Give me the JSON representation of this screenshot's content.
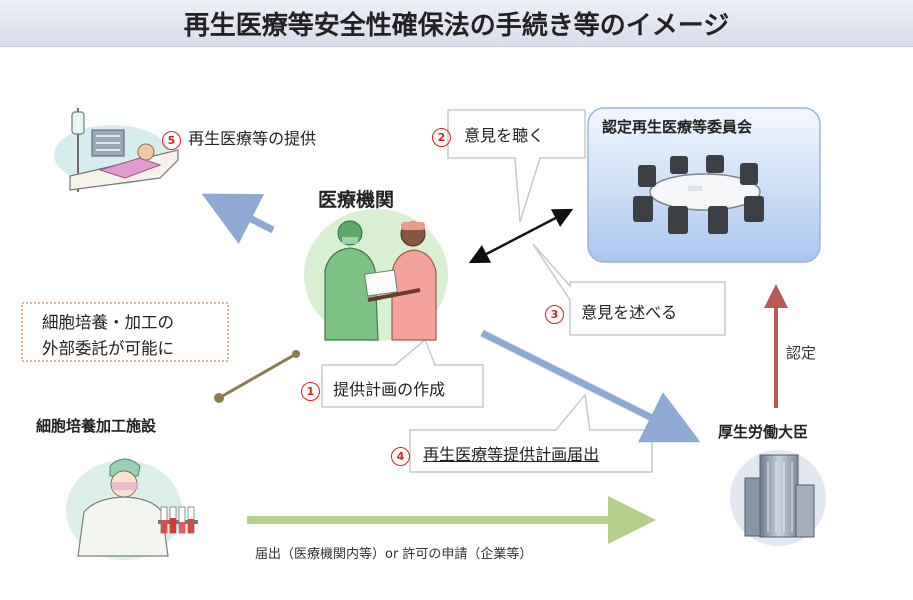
{
  "title": "再生医療等安全性確保法の手続き等のイメージ",
  "nodes": {
    "medical_institution": "医療機関",
    "committee": "認定再生医療等委員会",
    "cell_facility": "細胞培養加工施設",
    "minister": "厚生労働大臣"
  },
  "note_box": {
    "line1": "細胞培養・加工の",
    "line2": "外部委託が可能に"
  },
  "steps": [
    {
      "num": "1",
      "label": "提供計画の作成"
    },
    {
      "num": "2",
      "label": "意見を聴く"
    },
    {
      "num": "3",
      "label": "意見を述べる"
    },
    {
      "num": "4",
      "label": "再生医療等提供計画届出"
    },
    {
      "num": "5",
      "label": "再生医療等の提供"
    }
  ],
  "labels": {
    "certification": "認定",
    "notification": "届出（医療機関内等）or 許可の申請（企業等）"
  },
  "colors": {
    "arrow_blue": "#8ea9d4",
    "arrow_green": "#b5cf8a",
    "arrow_red": "#b85a55",
    "connector_olive": "#8a7e4e",
    "note_border": "#e8955a",
    "committee_fill": "#bfd4f2",
    "step_number": "#e02020"
  }
}
